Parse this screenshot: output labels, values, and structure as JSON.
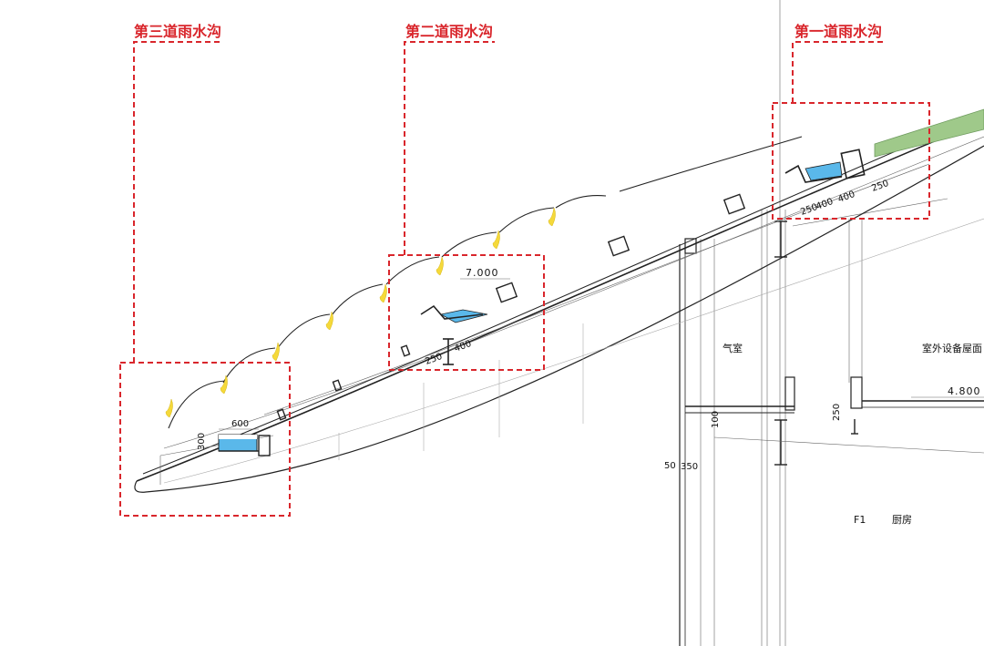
{
  "callouts": {
    "gutter_third": "第三道雨水沟",
    "gutter_second": "第二道雨水沟",
    "gutter_first": "第一道雨水沟"
  },
  "dimensions": {
    "d600": "600",
    "d300": "300",
    "d250_second": "250",
    "d400_second": "400",
    "d250_first_a": "250",
    "d400_first_a": "400",
    "d400_first_b": "400",
    "d250_first_b": "250",
    "d100": "100",
    "d50": "50",
    "d350": "350",
    "d250_right": "250"
  },
  "levels": {
    "level_7000": "7.000",
    "level_4800": "4.800"
  },
  "rooms": {
    "air_chamber": "气室",
    "equipment_roof": "室外设备屋面",
    "floor_tag": "F1",
    "kitchen": "厨房"
  },
  "colors": {
    "callout_red": "#d9262c",
    "water_blue": "#5ab8ea",
    "rain_yellow": "#f5d93a",
    "green_roof": "#9fc98a"
  }
}
